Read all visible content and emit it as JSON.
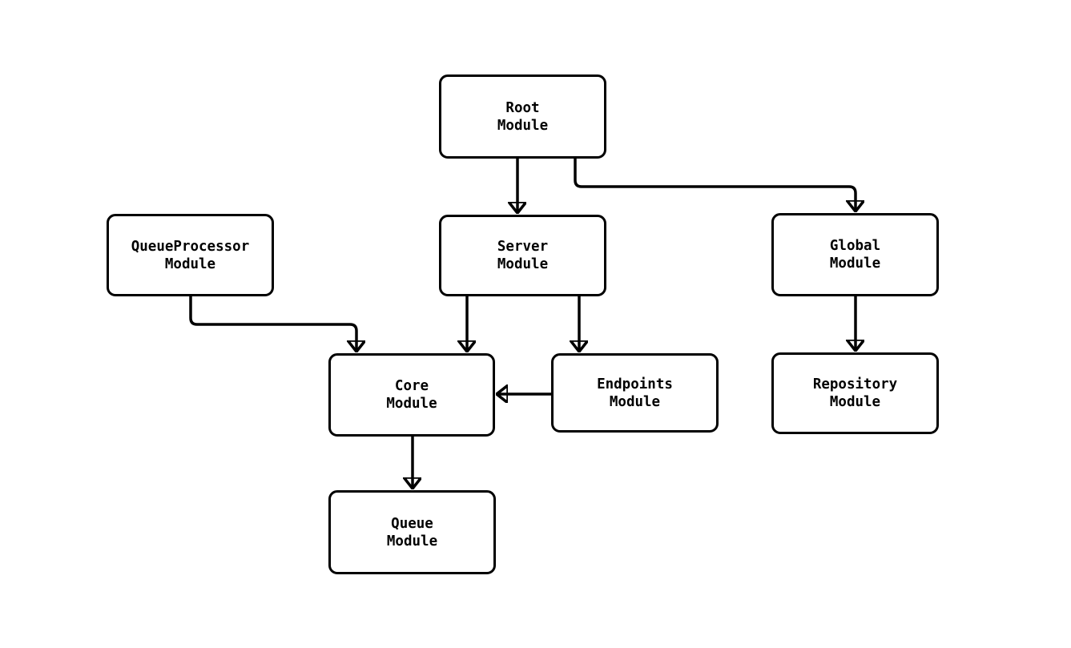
{
  "diagram": {
    "type": "module-dependency-flowchart",
    "background_color": "#ffffff",
    "node_fill_color": "#ffffff",
    "node_border_color": "#000000",
    "edge_color": "#000000",
    "text_color": "#000000",
    "nodes": {
      "root": {
        "label": "Root\nModule"
      },
      "server": {
        "label": "Server\nModule"
      },
      "global": {
        "label": "Global\nModule"
      },
      "queueprocessor": {
        "label": "QueueProcessor\nModule"
      },
      "core": {
        "label": "Core\nModule"
      },
      "endpoints": {
        "label": "Endpoints\nModule"
      },
      "repository": {
        "label": "Repository\nModule"
      },
      "queue": {
        "label": "Queue\nModule"
      }
    },
    "edges": [
      {
        "from": "Root Module",
        "to": "Server Module"
      },
      {
        "from": "Root Module",
        "to": "Global Module"
      },
      {
        "from": "QueueProcessor Module",
        "to": "Core Module"
      },
      {
        "from": "Server Module",
        "to": "Core Module"
      },
      {
        "from": "Server Module",
        "to": "Endpoints Module"
      },
      {
        "from": "Endpoints Module",
        "to": "Core Module"
      },
      {
        "from": "Global Module",
        "to": "Repository Module"
      },
      {
        "from": "Core Module",
        "to": "Queue Module"
      }
    ]
  }
}
